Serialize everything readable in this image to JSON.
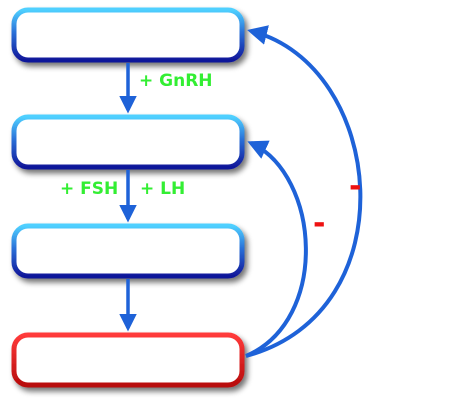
{
  "boxes": [
    {
      "id": "box-1",
      "label": "",
      "border_color": "#1b2ab8",
      "glow_color": "#39b8f0"
    },
    {
      "id": "box-2",
      "label": "",
      "border_color": "#1b2ab8",
      "glow_color": "#39b8f0"
    },
    {
      "id": "box-3",
      "label": "",
      "border_color": "#1b2ab8",
      "glow_color": "#39b8f0"
    },
    {
      "id": "box-4",
      "label": "",
      "border_color": "#e01818",
      "glow_color": "#e01818"
    }
  ],
  "labels": {
    "gnrh": "+ GnRH",
    "fsh": "+ FSH",
    "lh": "+ LH",
    "minus_inner": "-",
    "minus_outer": "-"
  },
  "colors": {
    "arrow": "#1e62d8",
    "positive_label": "#33ee33",
    "negative_label": "#ee1111"
  }
}
